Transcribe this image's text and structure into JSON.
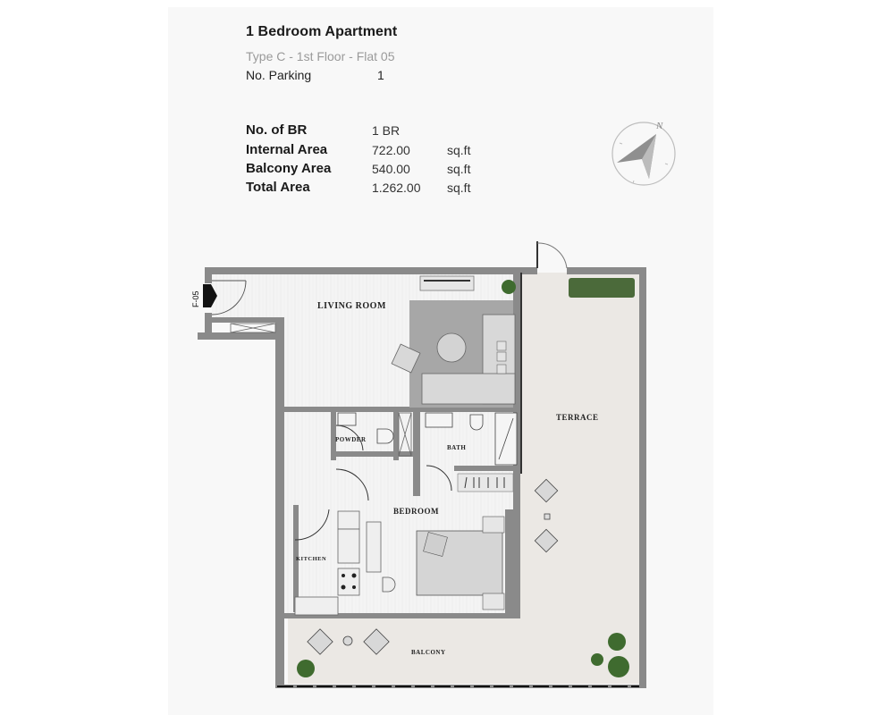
{
  "header": {
    "title": "1 Bedroom Apartment",
    "subtitle": "Type C - 1st Floor - Flat 05",
    "parking_label": "No. Parking",
    "parking_value": "1"
  },
  "specs": [
    {
      "label": "No. of BR",
      "value": "1 BR",
      "unit": ""
    },
    {
      "label": "Internal Area",
      "value": "722.00",
      "unit": "sq.ft"
    },
    {
      "label": "Balcony Area",
      "value": "540.00",
      "unit": "sq.ft"
    },
    {
      "label": "Total Area",
      "value": "1.262.00",
      "unit": "sq.ft"
    }
  ],
  "compass": {
    "label": "N",
    "icon": "north-arrow-icon"
  },
  "floor_plan": {
    "unit_tag": "F-05",
    "rooms": {
      "living_room": "LIVING ROOM",
      "terrace": "TERRACE",
      "powder": "POWDER",
      "bath": "BATH",
      "bedroom": "BEDROOM",
      "kitchen": "KITCHEN",
      "balcony": "BALCONY"
    },
    "colors": {
      "wall": "#8a8a8a",
      "interior_floor": "#f1f1f1",
      "terrace_floor": "#ebe8e4",
      "rug": "#a7a7a7",
      "furniture": "#d8d8d8",
      "plant": "#3f6b2f"
    }
  }
}
